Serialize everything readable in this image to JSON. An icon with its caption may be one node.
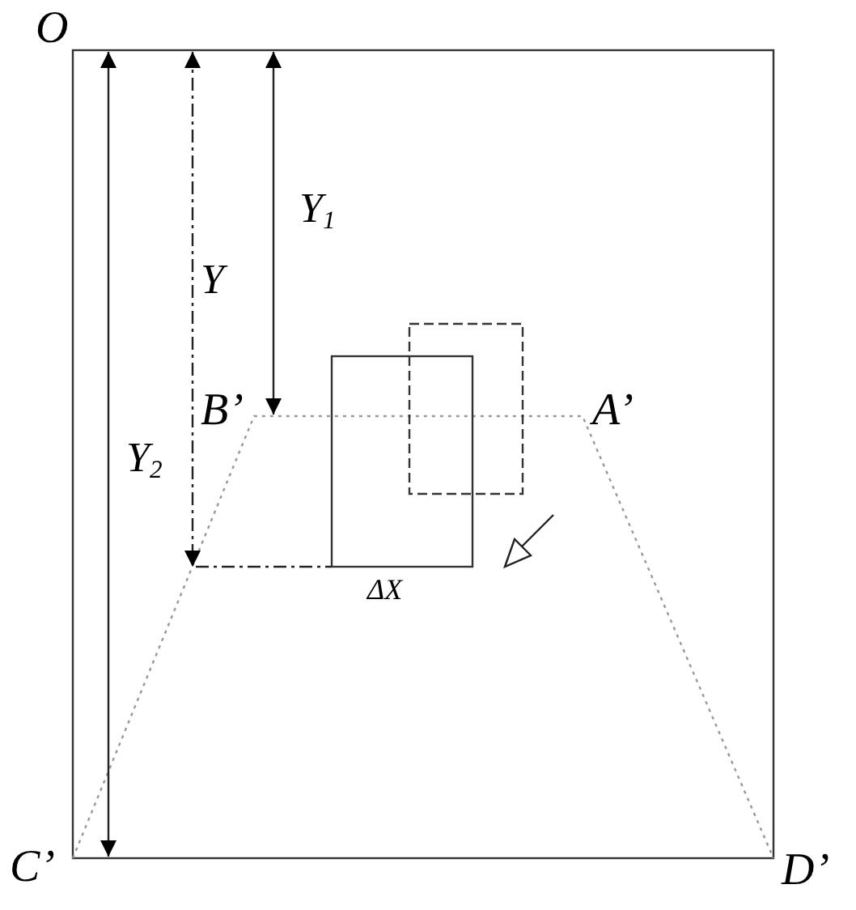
{
  "diagram": {
    "nodes": [
      {
        "text": [],
        "shape": "box"
      },
      {
        "text": [],
        "shape": "box"
      }
    ],
    "labels": [
      "O",
      "Y$_{1}$",
      "Y",
      "B’",
      "A’",
      "Y$_{2}$",
      "ΔX",
      "C’",
      "D’"
    ]
  }
}
